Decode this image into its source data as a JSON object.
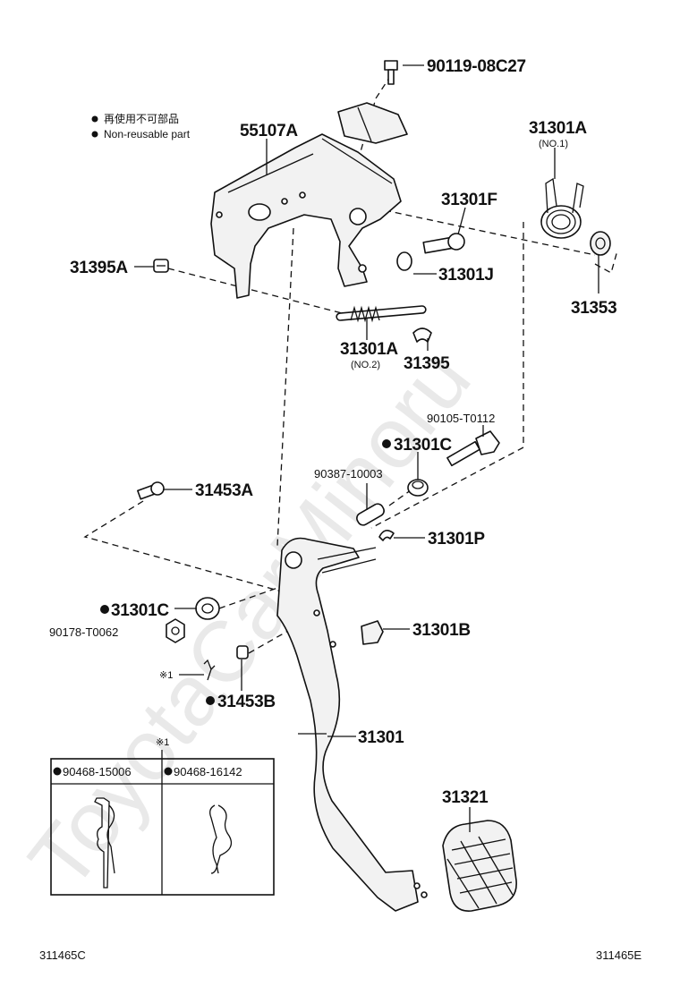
{
  "watermark": "ToyotaCarMinoru",
  "legend": {
    "line1": "再使用不可部品",
    "line2": "Non-reusable part"
  },
  "labels": {
    "p90119": "90119-08C27",
    "p55107A": "55107A",
    "p31301A_1": "31301A",
    "p31301A_1_sub": "(NO.1)",
    "p31301F": "31301F",
    "p31395A": "31395A",
    "p31301J": "31301J",
    "p31353": "31353",
    "p31301A_2": "31301A",
    "p31301A_2_sub": "(NO.2)",
    "p31395": "31395",
    "p90105": "90105-T0112",
    "p31301C_top": "31301C",
    "p90387": "90387-10003",
    "p31453A": "31453A",
    "p31301P": "31301P",
    "p31301C_left": "31301C",
    "p90178": "90178-T0062",
    "p31301B": "31301B",
    "p31453B": "31453B",
    "p31301": "31301",
    "p31321": "31321",
    "ref_mark": "※1",
    "ref_mark_box": "※1"
  },
  "table": {
    "col1": "90468-15006",
    "col2": "90468-16142"
  },
  "footer": {
    "left_code": "311465C",
    "right_code": "311465E"
  }
}
